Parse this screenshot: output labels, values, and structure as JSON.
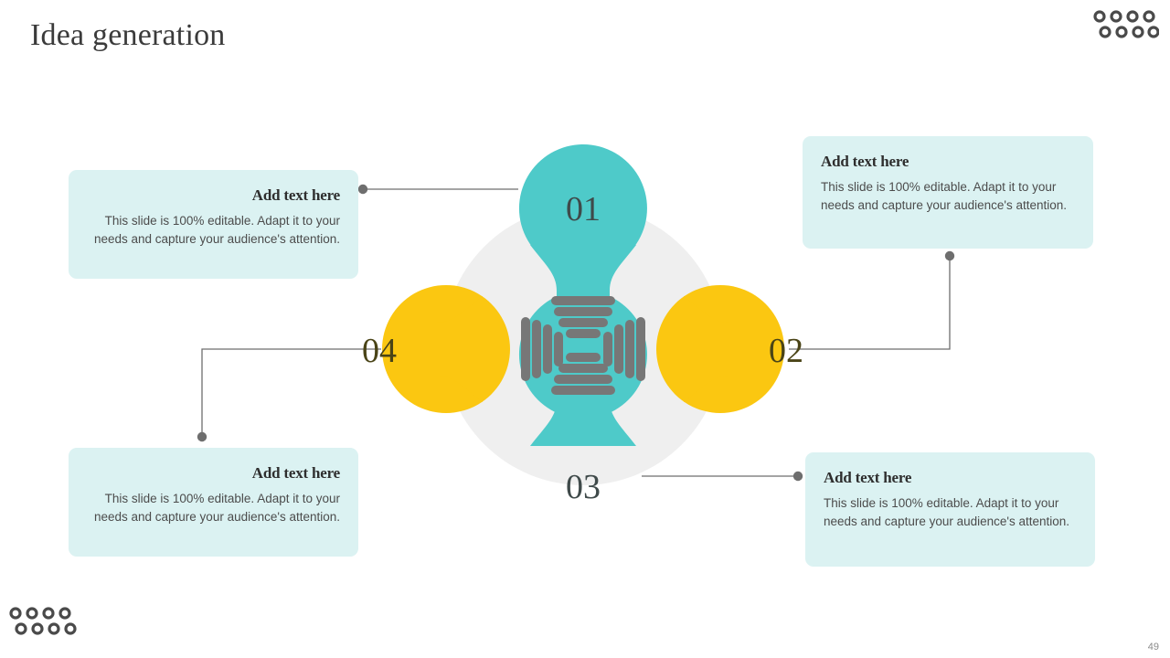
{
  "slide": {
    "title": "Idea generation",
    "page_number": "49",
    "background_color": "#ffffff"
  },
  "palette": {
    "teal": "#4ecac9",
    "yellow": "#fbc711",
    "callout_bg": "#dbf2f2",
    "circle_bg": "#efefef",
    "base_gray": "#777777",
    "connector_gray": "#6e6e6e",
    "title_color": "#3b3b3b",
    "deco_dot_color": "#4a4a4a"
  },
  "decorations": {
    "top_right_dots": {
      "name": "dot-grid",
      "rows": 2,
      "per_row": 4
    },
    "bottom_left_dots": {
      "name": "dot-grid",
      "rows": 2,
      "per_row": 4
    }
  },
  "diagram": {
    "type": "four-bulb-radial",
    "center_circle_label": "",
    "bulbs": [
      {
        "id": "01",
        "label": "01",
        "color": "#4ecac9",
        "direction": "up"
      },
      {
        "id": "02",
        "label": "02",
        "color": "#fbc711",
        "direction": "right"
      },
      {
        "id": "03",
        "label": "03",
        "color": "#4ecac9",
        "direction": "down"
      },
      {
        "id": "04",
        "label": "04",
        "color": "#fbc711",
        "direction": "left"
      }
    ]
  },
  "callouts": [
    {
      "id": "callout-1",
      "for_bulb": "01",
      "title": "Add text here",
      "body": "This slide is 100% editable. Adapt it to your needs and capture your audience's attention.",
      "align": "right"
    },
    {
      "id": "callout-2",
      "for_bulb": "02",
      "title": "Add text here",
      "body": "This slide is 100% editable. Adapt it to your needs and capture your audience's attention.",
      "align": "left"
    },
    {
      "id": "callout-3",
      "for_bulb": "04",
      "title": "Add text here",
      "body": "This slide is 100% editable. Adapt it to your needs and capture your audience's attention.",
      "align": "right"
    },
    {
      "id": "callout-4",
      "for_bulb": "03",
      "title": "Add text here",
      "body": "This slide is 100% editable. Adapt it to your needs and capture your audience's attention.",
      "align": "left"
    }
  ]
}
